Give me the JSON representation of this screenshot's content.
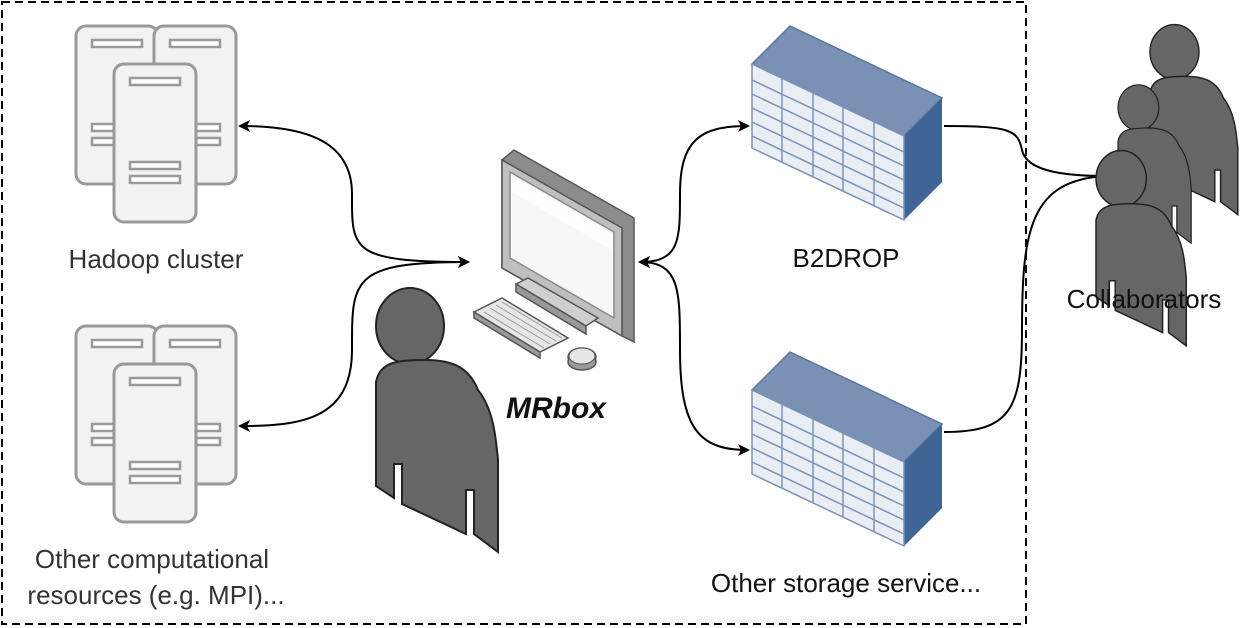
{
  "diagram": {
    "labels": {
      "hadoop": "Hadoop cluster",
      "other_compute_line1": "Other computational",
      "other_compute_line2": "resources (e.g. MPI)...",
      "mrbox": "MRbox",
      "b2drop": "B2DROP",
      "other_storage": "Other storage service...",
      "collaborators": "Collaborators"
    },
    "nodes": [
      {
        "id": "hadoop-cluster",
        "icon": "server-cluster-icon"
      },
      {
        "id": "other-compute",
        "icon": "server-cluster-icon"
      },
      {
        "id": "mrbox",
        "icon": "desktop-computer-icon"
      },
      {
        "id": "user",
        "icon": "user-icon"
      },
      {
        "id": "b2drop",
        "icon": "storage-rack-icon"
      },
      {
        "id": "other-storage",
        "icon": "storage-rack-icon"
      },
      {
        "id": "collaborators",
        "icon": "user-group-icon"
      }
    ],
    "connections": [
      {
        "from": "mrbox",
        "to": "hadoop-cluster",
        "style": "bidirectional"
      },
      {
        "from": "mrbox",
        "to": "other-compute",
        "style": "bidirectional"
      },
      {
        "from": "mrbox",
        "to": "b2drop",
        "style": "bidirectional"
      },
      {
        "from": "mrbox",
        "to": "other-storage",
        "style": "bidirectional"
      },
      {
        "from": "b2drop",
        "to": "collaborators",
        "style": "line"
      },
      {
        "from": "other-storage",
        "to": "collaborators",
        "style": "line"
      }
    ],
    "colors": {
      "server_fill": "#f2f2f2",
      "server_stroke": "#999999",
      "person_fill": "#666666",
      "rack_front": "#e9eef5",
      "rack_top": "#7a90b4",
      "rack_side": "#3f6496",
      "connector": "#000000",
      "boundary": "#000000"
    }
  }
}
